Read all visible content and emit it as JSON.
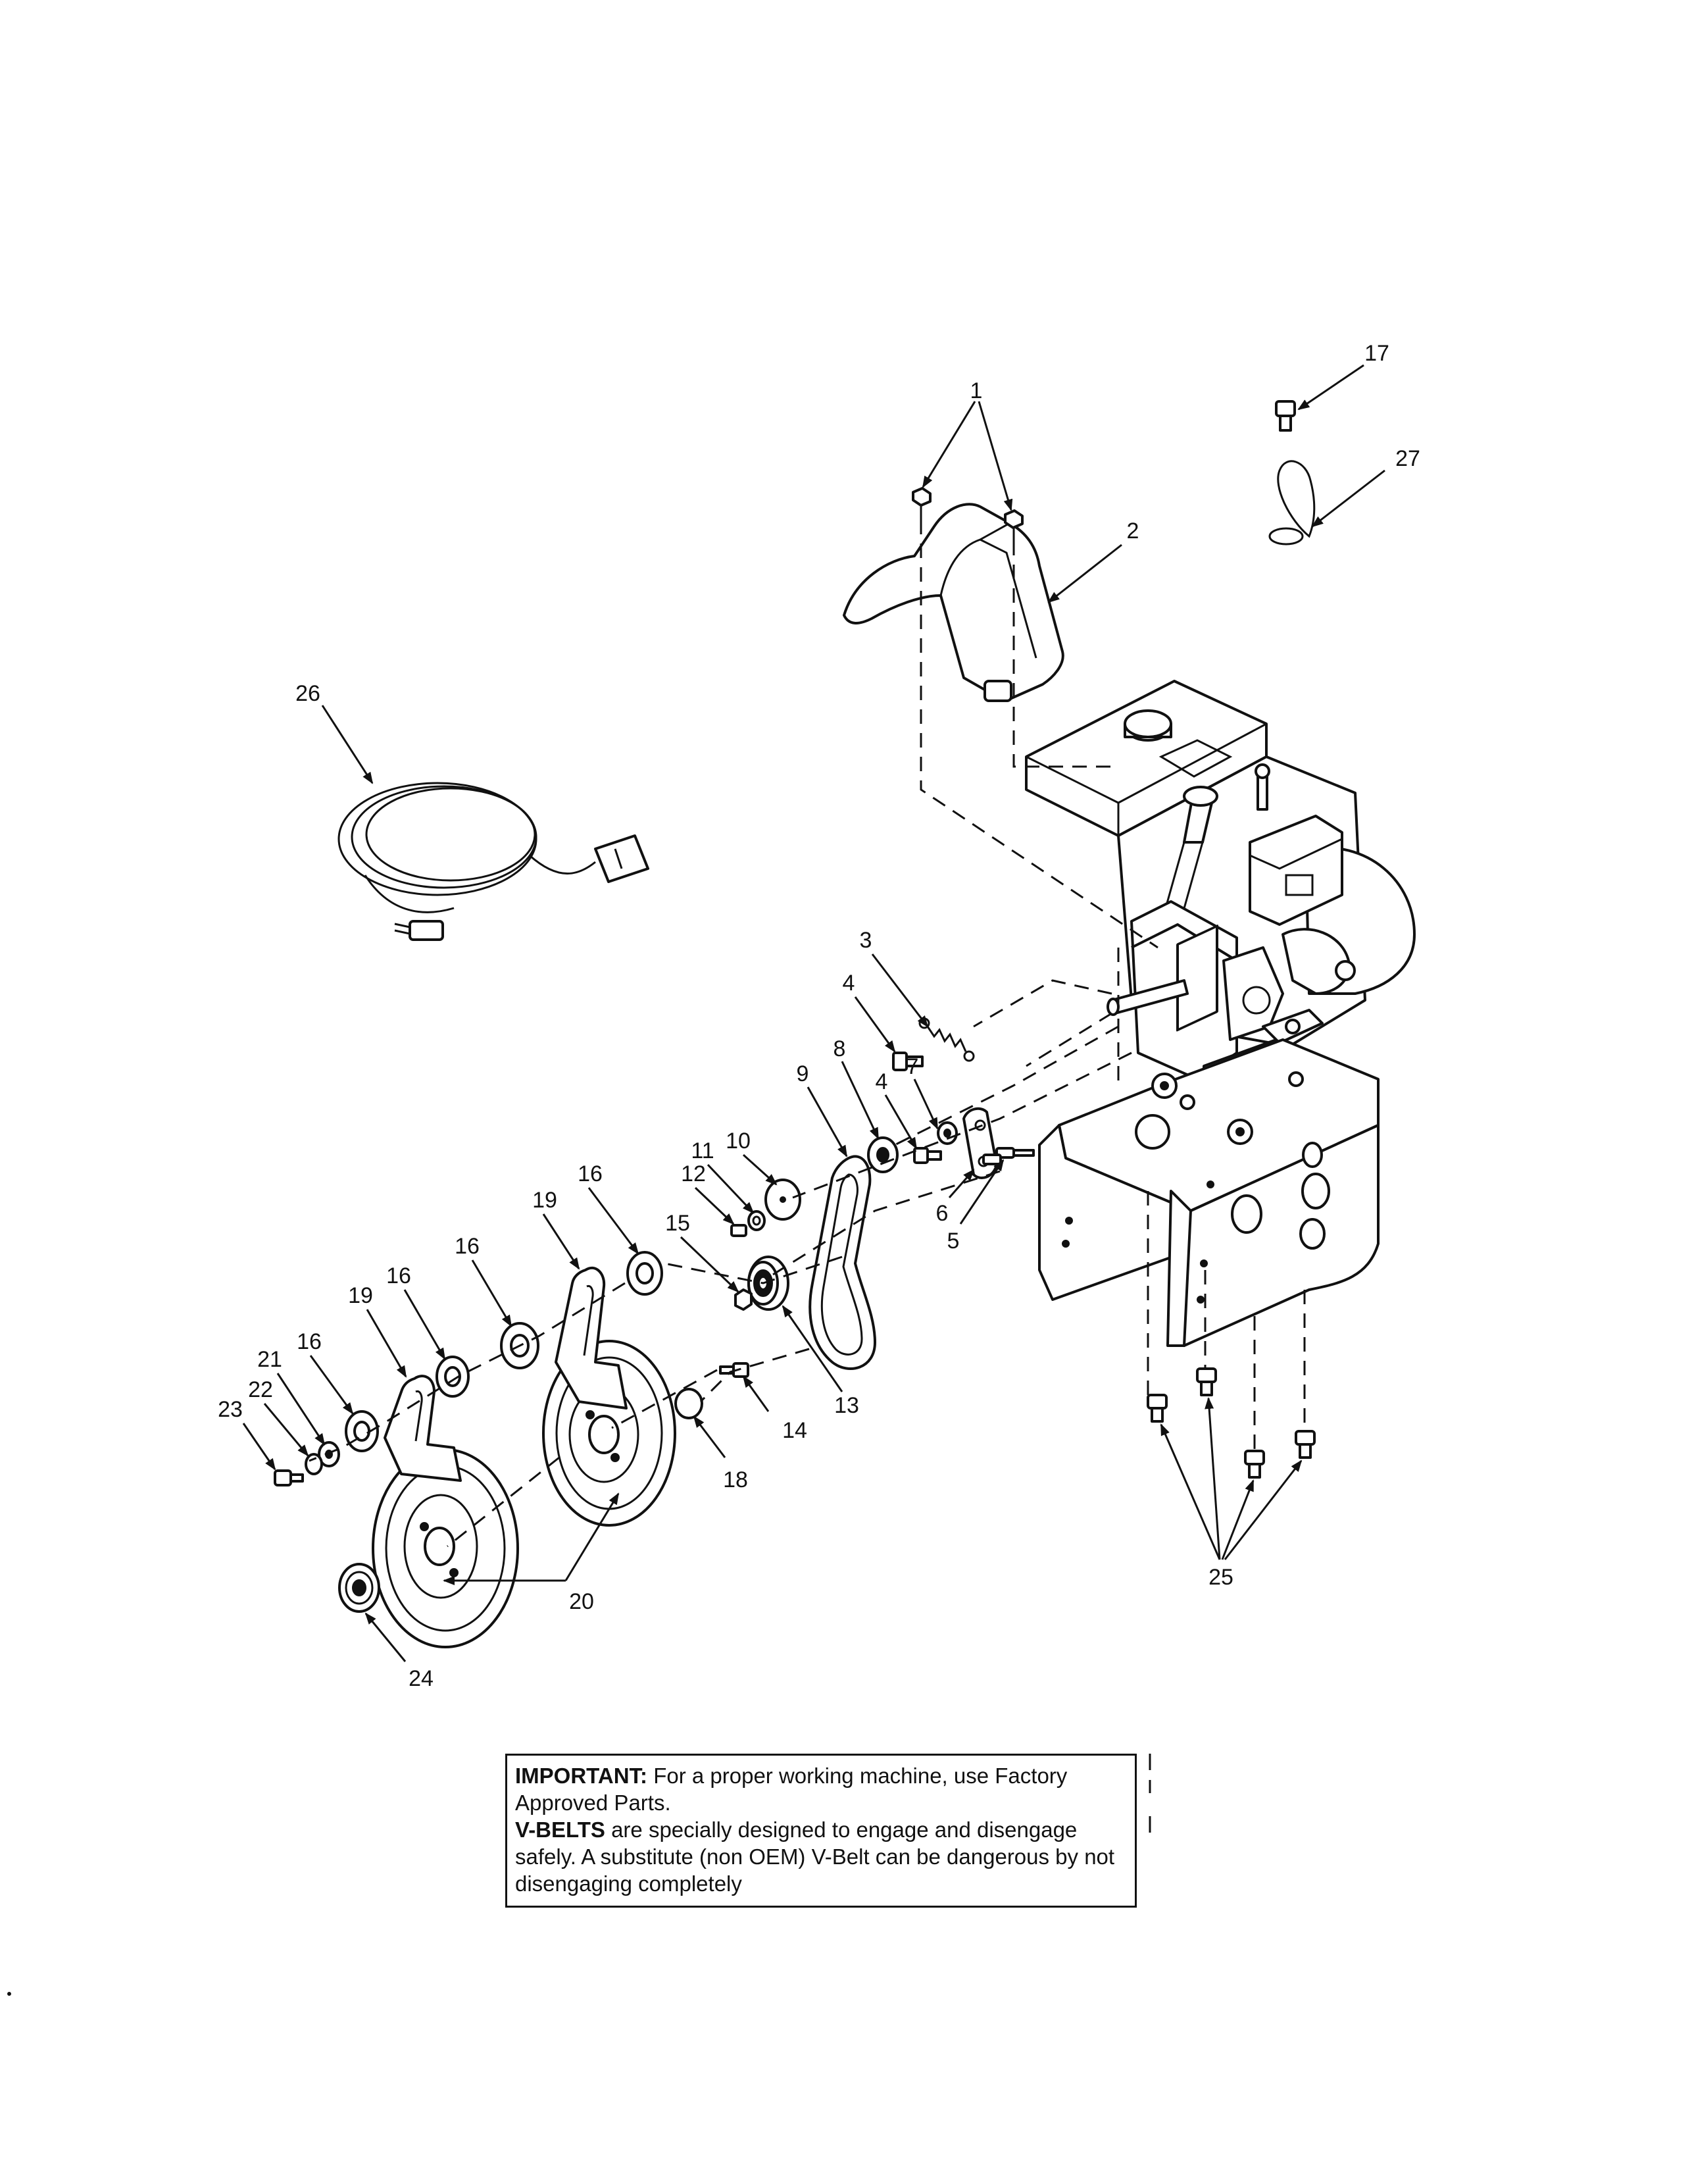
{
  "callouts": {
    "c1": "1",
    "c2": "2",
    "c3": "3",
    "c4a": "4",
    "c4b": "4",
    "c5": "5",
    "c6": "6",
    "c7": "7",
    "c8": "8",
    "c9": "9",
    "c10": "10",
    "c11": "11",
    "c12": "12",
    "c13": "13",
    "c14": "14",
    "c15": "15",
    "c16a": "16",
    "c16b": "16",
    "c16c": "16",
    "c16d": "16",
    "c17": "17",
    "c18": "18",
    "c19a": "19",
    "c19b": "19",
    "c20": "20",
    "c21": "21",
    "c22": "22",
    "c23": "23",
    "c24": "24",
    "c25": "25",
    "c26": "26",
    "c27": "27"
  },
  "note": {
    "important_label": "IMPORTANT:",
    "important_text": " For a proper working machine, use Factory Approved Parts.",
    "vbelts_label": "V-BELTS",
    "vbelts_text": " are specially designed to engage and disengage safely. A substitute (non OEM) V-Belt can be dangerous by not disengaging completely"
  }
}
